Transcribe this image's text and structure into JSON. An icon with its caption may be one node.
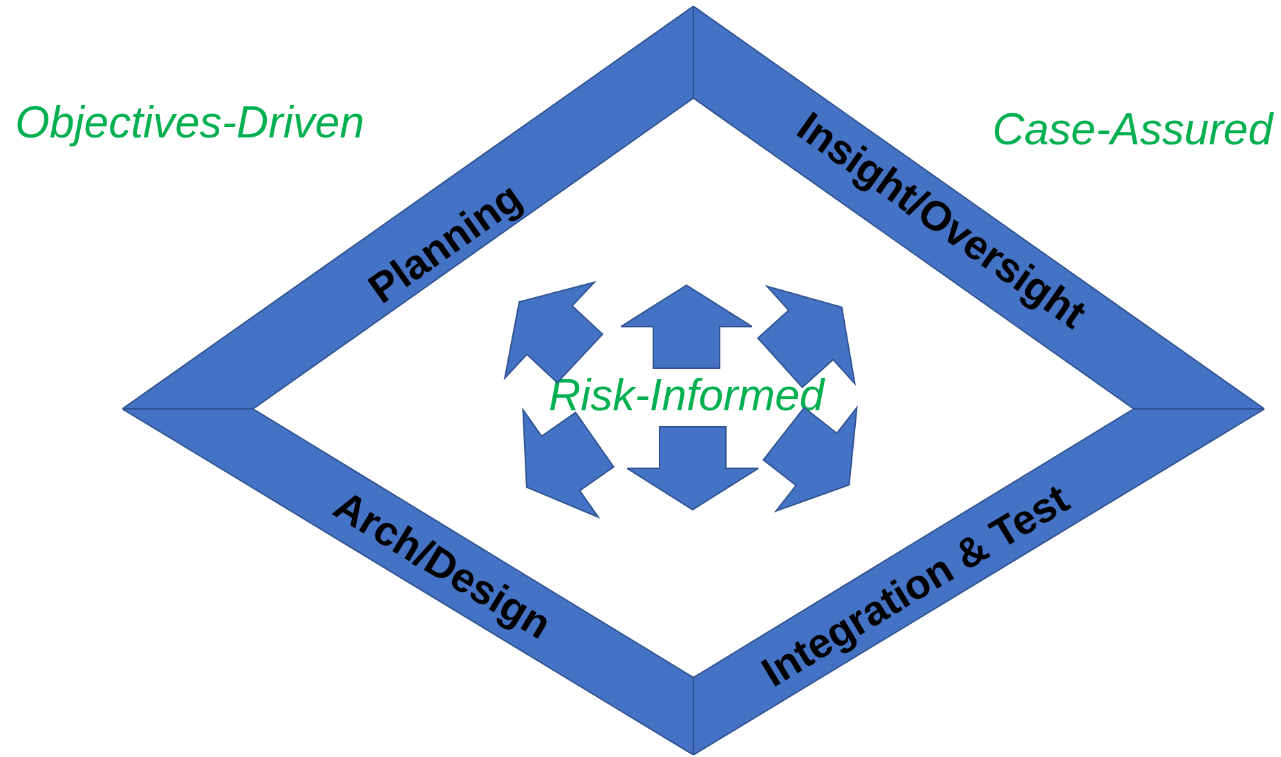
{
  "diagram": {
    "nodes": [
      {
        "text": [
          "Planning"
        ]
      },
      {
        "text": [
          "Insight/Oversight"
        ]
      },
      {
        "text": [
          "Arch/Design"
        ]
      },
      {
        "text": [
          "Integration & Test"
        ]
      },
      {
        "text": [
          "Risk-Informed"
        ]
      }
    ],
    "edges": [
      {
        "from": 4,
        "to": null,
        "arrow": "to"
      },
      {
        "from": 4,
        "to": null,
        "arrow": "to"
      },
      {
        "from": 4,
        "to": null,
        "arrow": "to"
      },
      {
        "from": 4,
        "to": null,
        "arrow": "to"
      },
      {
        "from": 4,
        "to": null,
        "arrow": "to"
      },
      {
        "from": 4,
        "to": null,
        "arrow": "to"
      }
    ],
    "labels": [
      "Objectives-Driven",
      "Case-Assured"
    ]
  }
}
